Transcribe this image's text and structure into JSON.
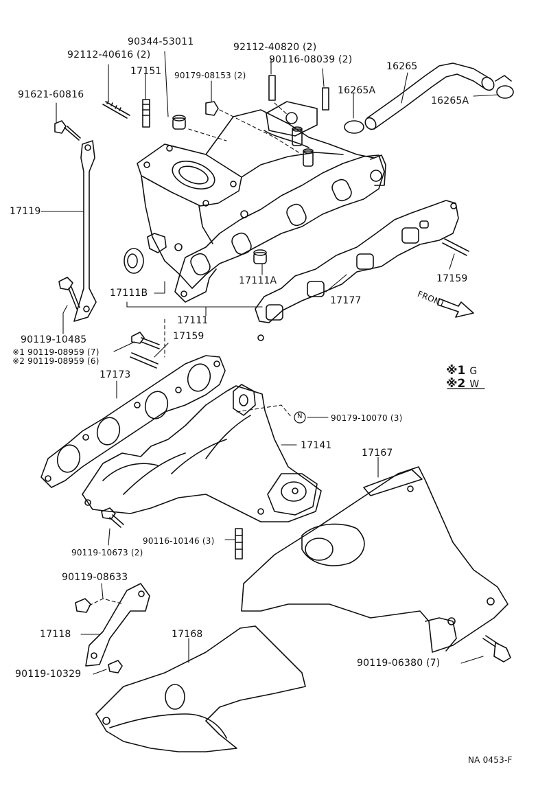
{
  "labels": {
    "p90344": "90344-53011",
    "p92112_40820": "92112-40820 (2)",
    "p92112_40616": "92112-40616 (2)",
    "p90116_08039": "90116-08039 (2)",
    "p16265": "16265",
    "p17151": "17151",
    "p90179_08153": "90179-08153 (2)",
    "p16265A_top": "16265A",
    "p91621": "91621-60816",
    "p16265A_right": "16265A",
    "p17119": "17119",
    "p17159_right": "17159",
    "p17111B": "17111B",
    "p17111A": "17111A",
    "p17177": "17177",
    "p17111": "17111",
    "p90119_10485": "90119-10485",
    "p17159_mid": "17159",
    "p90119_08959_1": "90119-08959 (7)",
    "p90119_08959_2": "90119-08959 (6)",
    "p17173": "17173",
    "p90179_10070": "90179-10070 (3)",
    "p17141": "17141",
    "p17167": "17167",
    "p90116_10146": "90116-10146 (3)",
    "p90119_10673": "90119-10673 (2)",
    "p90119_08633": "90119-08633",
    "p17118": "17118",
    "p17168": "17168",
    "p90119_06380": "90119-06380 (7)",
    "p90119_10329": "90119-10329"
  },
  "marks": {
    "star1": "※1",
    "star2": "※2",
    "n_circle": "N",
    "front": "FRONT"
  },
  "legend": {
    "row1_key": "※1",
    "row1_val": "G",
    "row2_key": "※2",
    "row2_val": "W"
  },
  "ref_code": "NA 0453-F"
}
